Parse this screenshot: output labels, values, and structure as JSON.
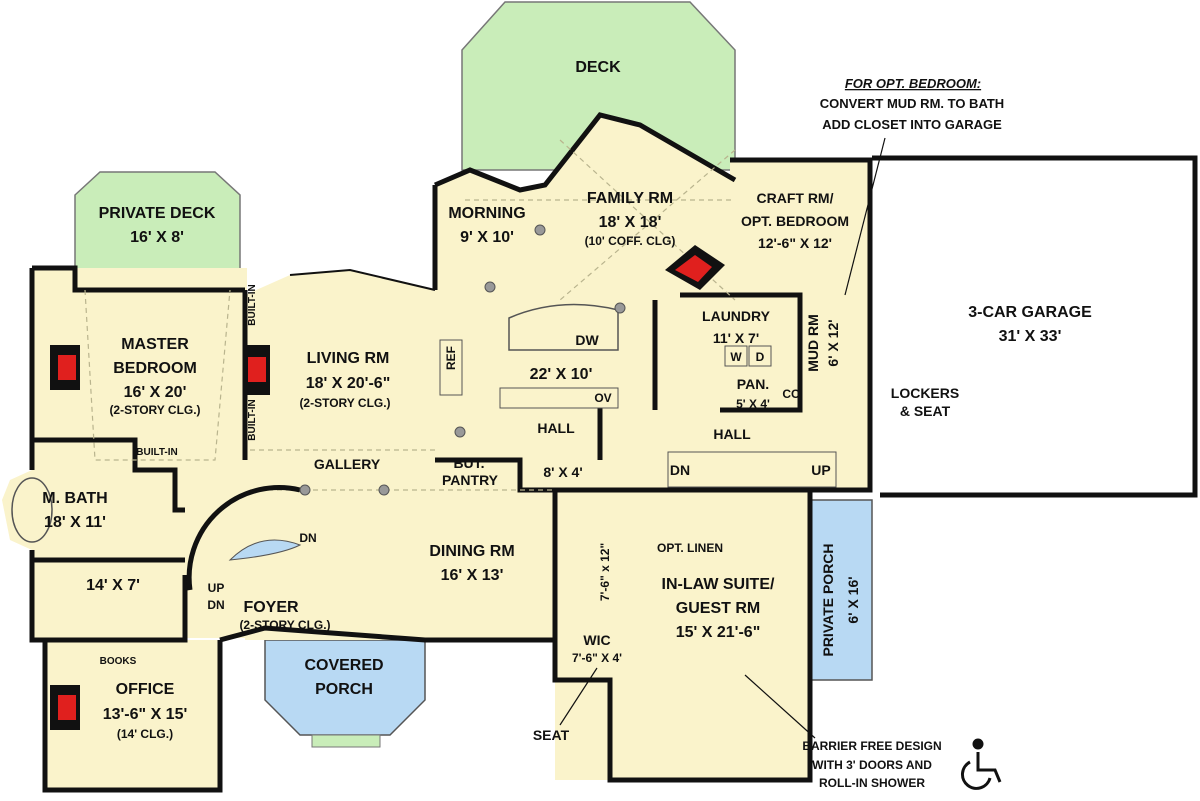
{
  "colors": {
    "interior": "#FAF3CB",
    "deck": "#C9EDB9",
    "porch": "#B8D9F3",
    "fireplace": "#E0201E",
    "wall": "#111111",
    "garage": "#FFFFFF"
  },
  "note": {
    "title": "FOR OPT. BEDROOM:",
    "line1": "CONVERT MUD RM. TO BATH",
    "line2": "ADD CLOSET INTO GARAGE"
  },
  "rooms": {
    "deck": {
      "name": "DECK"
    },
    "private_deck": {
      "name": "PRIVATE DECK",
      "size": "16' X 8'"
    },
    "morning": {
      "name": "MORNING",
      "size": "9' X 10'"
    },
    "family": {
      "name": "FAMILY RM",
      "size": "18' X 18'",
      "note": "(10' COFF. CLG)"
    },
    "craft": {
      "name1": "CRAFT RM/",
      "name2": "OPT. BEDROOM",
      "size": "12'-6\" X 12'"
    },
    "laundry": {
      "name": "LAUNDRY",
      "size": "11' X 7'",
      "washer": "W",
      "dryer": "D"
    },
    "mud": {
      "name": "MUD RM",
      "size": "6' X 12'"
    },
    "garage": {
      "name": "3-CAR GARAGE",
      "size": "31' X 33'"
    },
    "master": {
      "name1": "MASTER",
      "name2": "BEDROOM",
      "size": "16' X 20'",
      "note": "(2-STORY CLG.)"
    },
    "living": {
      "name": "LIVING RM",
      "size": "18' X 20'-6\"",
      "note": "(2-STORY CLG.)"
    },
    "kitchen": {
      "size": "22' X 10'",
      "ref": "REF",
      "dw": "DW",
      "ov": "OV"
    },
    "hall_kitchen": {
      "name": "HALL"
    },
    "pantry": {
      "name": "PAN.",
      "size": "5' X 4'"
    },
    "coat_closet": {
      "name": "CC"
    },
    "hall_main": {
      "name": "HALL"
    },
    "gallery": {
      "name": "GALLERY"
    },
    "butler_pantry": {
      "name1": "BUT.",
      "name2": "PANTRY"
    },
    "powder": {
      "size": "8' X 4'"
    },
    "mbath": {
      "name": "M. BATH",
      "size": "18' X 11'"
    },
    "closet": {
      "size": "14' X 7'"
    },
    "dining": {
      "name": "DINING RM",
      "size": "16' X 13'"
    },
    "foyer": {
      "name": "FOYER",
      "note": "(2-STORY CLG.)"
    },
    "inlaw": {
      "name1": "IN-LAW SUITE/",
      "name2": "GUEST RM",
      "size": "15' X 21'-6\"",
      "linen": "OPT. LINEN",
      "bath": "7'-6\" x 12\""
    },
    "wic": {
      "name": "WIC",
      "size": "7'-6\" X 4'"
    },
    "private_porch": {
      "name": "PRIVATE PORCH",
      "size": "6' X 16'"
    },
    "office": {
      "name": "OFFICE",
      "size": "13'-6\" X 15'",
      "note": "(14' CLG.)",
      "books": "BOOKS"
    },
    "covered_porch": {
      "name1": "COVERED",
      "name2": "PORCH"
    }
  },
  "labels": {
    "built_in_1": "BUILT-IN",
    "built_in_2": "BUILT-IN",
    "built_in_3": "BUILT-IN",
    "stair_dn": "DN",
    "stair_up": "UP",
    "foyer_dn": "DN",
    "foyer_up": "UP",
    "foyer_dn2": "DN",
    "lockers1": "LOCKERS",
    "lockers2": "& SEAT",
    "seat": "SEAT",
    "barrier1": "BARRIER FREE DESIGN",
    "barrier2": "WITH 3' DOORS AND",
    "barrier3": "ROLL-IN SHOWER"
  },
  "icons": {
    "accessibility": "wheelchair-icon",
    "fireplace": "fireplace-icon"
  }
}
